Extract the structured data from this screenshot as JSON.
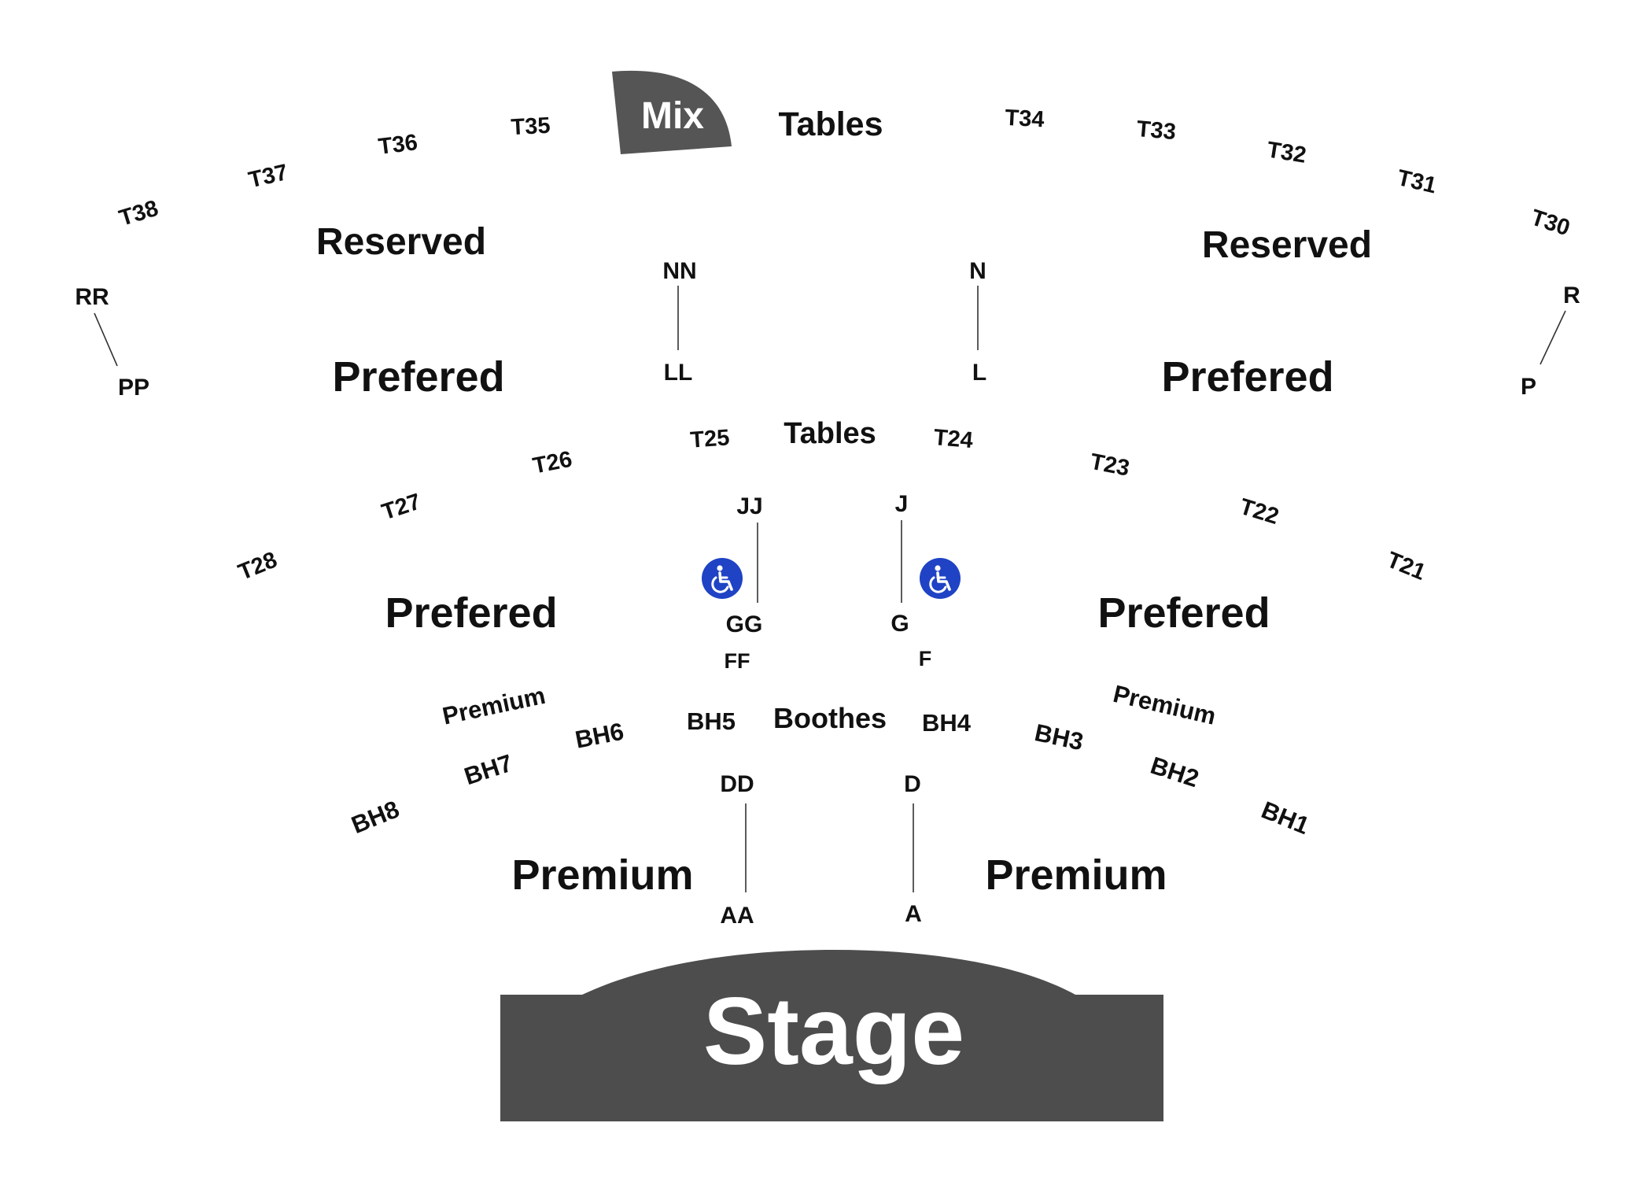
{
  "venue_map": {
    "stage_label": "Stage",
    "mix_label": "Mix",
    "tables_upper_label": "Tables",
    "tables_lower_label": "Tables",
    "boothes_label": "Boothes",
    "zones": {
      "reserved_left": "Reserved",
      "reserved_right": "Reserved",
      "prefered_upper_left": "Prefered",
      "prefered_upper_right": "Prefered",
      "prefered_lower_left": "Prefered",
      "prefered_lower_right": "Prefered",
      "premium_left": "Premium",
      "premium_right": "Premium",
      "premium_small_left": "Premium",
      "premium_small_right": "Premium"
    },
    "upper_tables": [
      "T38",
      "T37",
      "T36",
      "T35",
      "T34",
      "T33",
      "T32",
      "T31",
      "T30"
    ],
    "lower_tables": [
      "T28",
      "T27",
      "T26",
      "T25",
      "T24",
      "T23",
      "T22",
      "T21"
    ],
    "booths": [
      "BH8",
      "BH7",
      "BH6",
      "BH5",
      "BH4",
      "BH3",
      "BH2",
      "BH1"
    ],
    "rows": {
      "rr": "RR",
      "pp": "PP",
      "r": "R",
      "p": "P",
      "nn": "NN",
      "ll": "LL",
      "n": "N",
      "l": "L",
      "jj": "JJ",
      "gg": "GG",
      "j": "J",
      "g": "G",
      "ff": "FF",
      "f": "F",
      "dd": "DD",
      "aa": "AA",
      "d": "D",
      "a": "A"
    },
    "colors": {
      "stage_fill": "#4d4d4d",
      "mix_fill": "#555555",
      "accessibility_blue": "#1f43c4",
      "text": "#111111",
      "stage_text": "#ffffff"
    },
    "icons": [
      "wheelchair-icon",
      "wheelchair-icon"
    ]
  }
}
